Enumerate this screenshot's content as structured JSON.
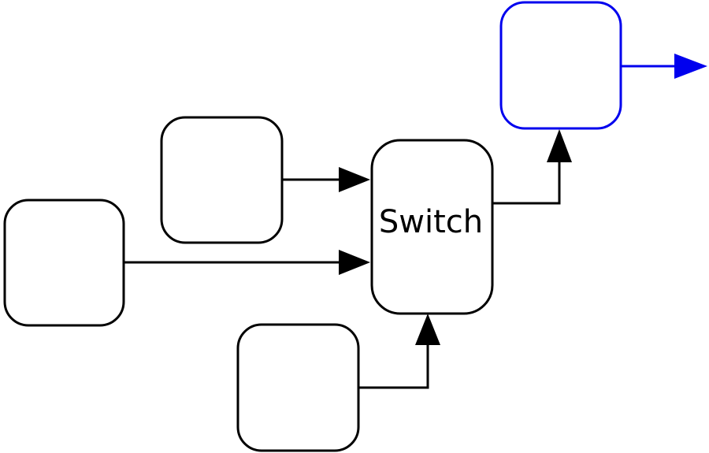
{
  "diagram": {
    "switch_label": "Switch",
    "colors": {
      "default_stroke": "#000000",
      "highlight_stroke": "#0000ee",
      "arrowhead_default": "#000000",
      "arrowhead_highlight": "#0000ee"
    },
    "nodes": [
      {
        "id": "input-top",
        "label": "",
        "highlight": false
      },
      {
        "id": "input-left",
        "label": "",
        "highlight": false
      },
      {
        "id": "input-bottom",
        "label": "",
        "highlight": false
      },
      {
        "id": "switch",
        "label": "Switch",
        "highlight": false
      },
      {
        "id": "output",
        "label": "",
        "highlight": true
      }
    ],
    "edges": [
      {
        "from": "input-top",
        "to": "switch"
      },
      {
        "from": "input-left",
        "to": "switch"
      },
      {
        "from": "input-bottom",
        "to": "switch"
      },
      {
        "from": "switch",
        "to": "output"
      },
      {
        "from": "output",
        "to": "external"
      }
    ]
  }
}
